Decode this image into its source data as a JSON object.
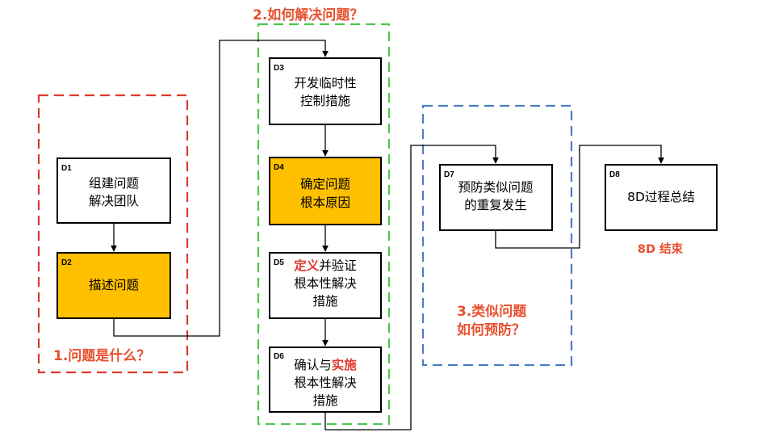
{
  "colors": {
    "group_red": "#d83b2f",
    "group_green": "#4fc64c",
    "group_blue": "#4d7cc7",
    "highlight_fill": "#ffc000",
    "accent_text": "#e8502e",
    "emphasis_text": "#e03a2c"
  },
  "groups": [
    {
      "key": "g1",
      "title": "1.问题是什么？"
    },
    {
      "key": "g2",
      "title": "2.如何解决问题？"
    },
    {
      "key": "g3",
      "title_line1": "3.类似问题",
      "title_line2": "如何预防？"
    }
  ],
  "steps": [
    {
      "id": "D1",
      "lines": [
        "组建问题",
        "解决团队"
      ],
      "highlight": false
    },
    {
      "id": "D2",
      "lines": [
        "描述问题"
      ],
      "highlight": true
    },
    {
      "id": "D3",
      "lines": [
        "开发临时性",
        "控制措施"
      ],
      "highlight": false
    },
    {
      "id": "D4",
      "lines": [
        "确定问题",
        "根本原因"
      ],
      "highlight": true
    },
    {
      "id": "D5",
      "line1_emph": "定义",
      "line1_rest": "并验证",
      "lines_rest": [
        "根本性解决",
        "措施"
      ],
      "highlight": false
    },
    {
      "id": "D6",
      "line1_pre": "确认与",
      "line1_emph": "实施",
      "lines_rest": [
        "根本性解决",
        "措施"
      ],
      "highlight": false
    },
    {
      "id": "D7",
      "lines": [
        "预防类似问题",
        "的重复发生"
      ],
      "highlight": false
    },
    {
      "id": "D8",
      "lines": [
        "8D过程总结"
      ],
      "highlight": false
    }
  ],
  "end_label": "8D 结束"
}
